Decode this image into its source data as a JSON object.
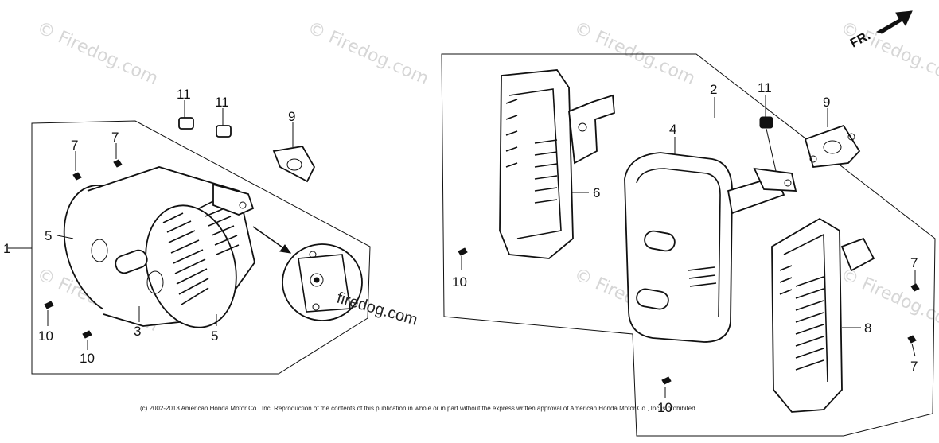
{
  "watermark": {
    "text": "© Firedog.com"
  },
  "site_label": "firedog.com",
  "copyright": "(c) 2002-2013 American Honda Motor Co., Inc. Reproduction of the contents of this publication in whole or in part without the express written approval of American Honda Motor Co., Inc is prohibited.",
  "direction_label": "FR.",
  "callouts": {
    "c1": "1",
    "c2": "2",
    "c3": "3",
    "c4": "4",
    "c5a": "5",
    "c5b": "5",
    "c6": "6",
    "c7a": "7",
    "c7b": "7",
    "c7c": "7",
    "c7d": "7",
    "c8": "8",
    "c9a": "9",
    "c9b": "9",
    "c10a": "10",
    "c10b": "10",
    "c10c": "10",
    "c10d": "10",
    "c11a": "11",
    "c11b": "11",
    "c11c": "11"
  }
}
